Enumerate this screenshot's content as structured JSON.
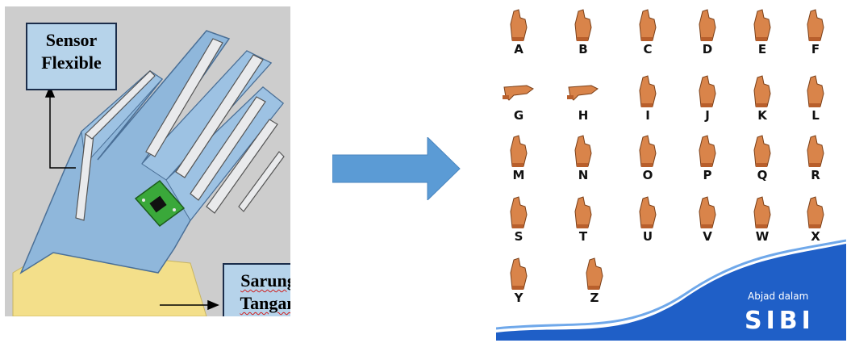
{
  "labels": {
    "sensor_line1": "Sensor",
    "sensor_line2": "Flexible",
    "glove_line1": "Sarung",
    "glove_line2": "Tangan"
  },
  "alphabet": {
    "rows": [
      [
        "A",
        "B",
        "C",
        "D",
        "E",
        "F"
      ],
      [
        "G",
        "H",
        "I",
        "J",
        "K",
        "L"
      ],
      [
        "M",
        "N",
        "O",
        "P",
        "Q",
        "R"
      ],
      [
        "S",
        "T",
        "U",
        "V",
        "W",
        "X"
      ],
      [
        "Y",
        "Z"
      ]
    ]
  },
  "banner": {
    "subtitle": "Abjad dalam",
    "title": "SIBI"
  },
  "colors": {
    "glove": "#8fb7db",
    "cuff": "#f3df8a",
    "arrow": "#5b9bd5",
    "label_box": "#b6d3ea",
    "banner": "#1f5fc7",
    "skin": "#d9844a"
  }
}
